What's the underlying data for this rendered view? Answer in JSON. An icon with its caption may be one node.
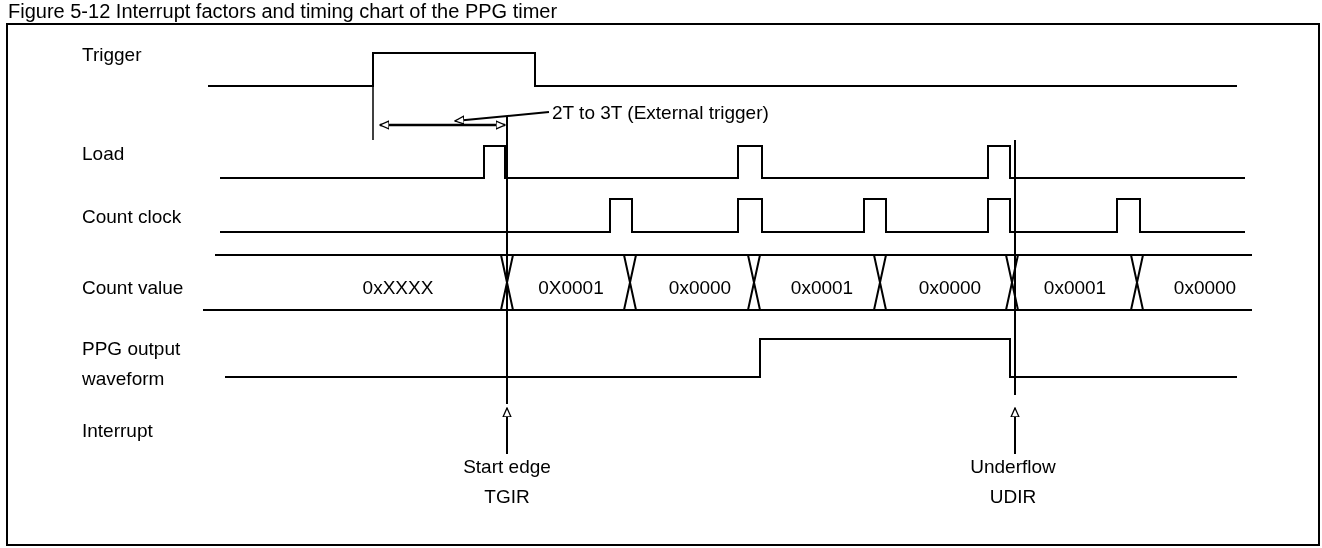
{
  "diagram": {
    "title": "Figure 5-12 Interrupt factors and timing chart of the PPG timer",
    "nodes": [
      {
        "text": [
          "2T to 3T (External trigger)"
        ]
      },
      {
        "text": [
          "Start edge TGIR"
        ]
      },
      {
        "text": [
          "Underflow UDIR"
        ]
      }
    ],
    "edges": [
      {
        "from": 0,
        "to": null,
        "arrow": "to"
      },
      {
        "from": 1,
        "to": null,
        "arrow": "to"
      },
      {
        "from": 2,
        "to": null,
        "arrow": "to"
      }
    ],
    "labels": [
      "Trigger",
      "Load",
      "Count clock",
      "Count value",
      "0xXXXX",
      "0X0001",
      "0x0000",
      "0x0001",
      "0x0000",
      "0x0001",
      "0x0000",
      "PPG output waveform",
      "Interrupt"
    ]
  }
}
